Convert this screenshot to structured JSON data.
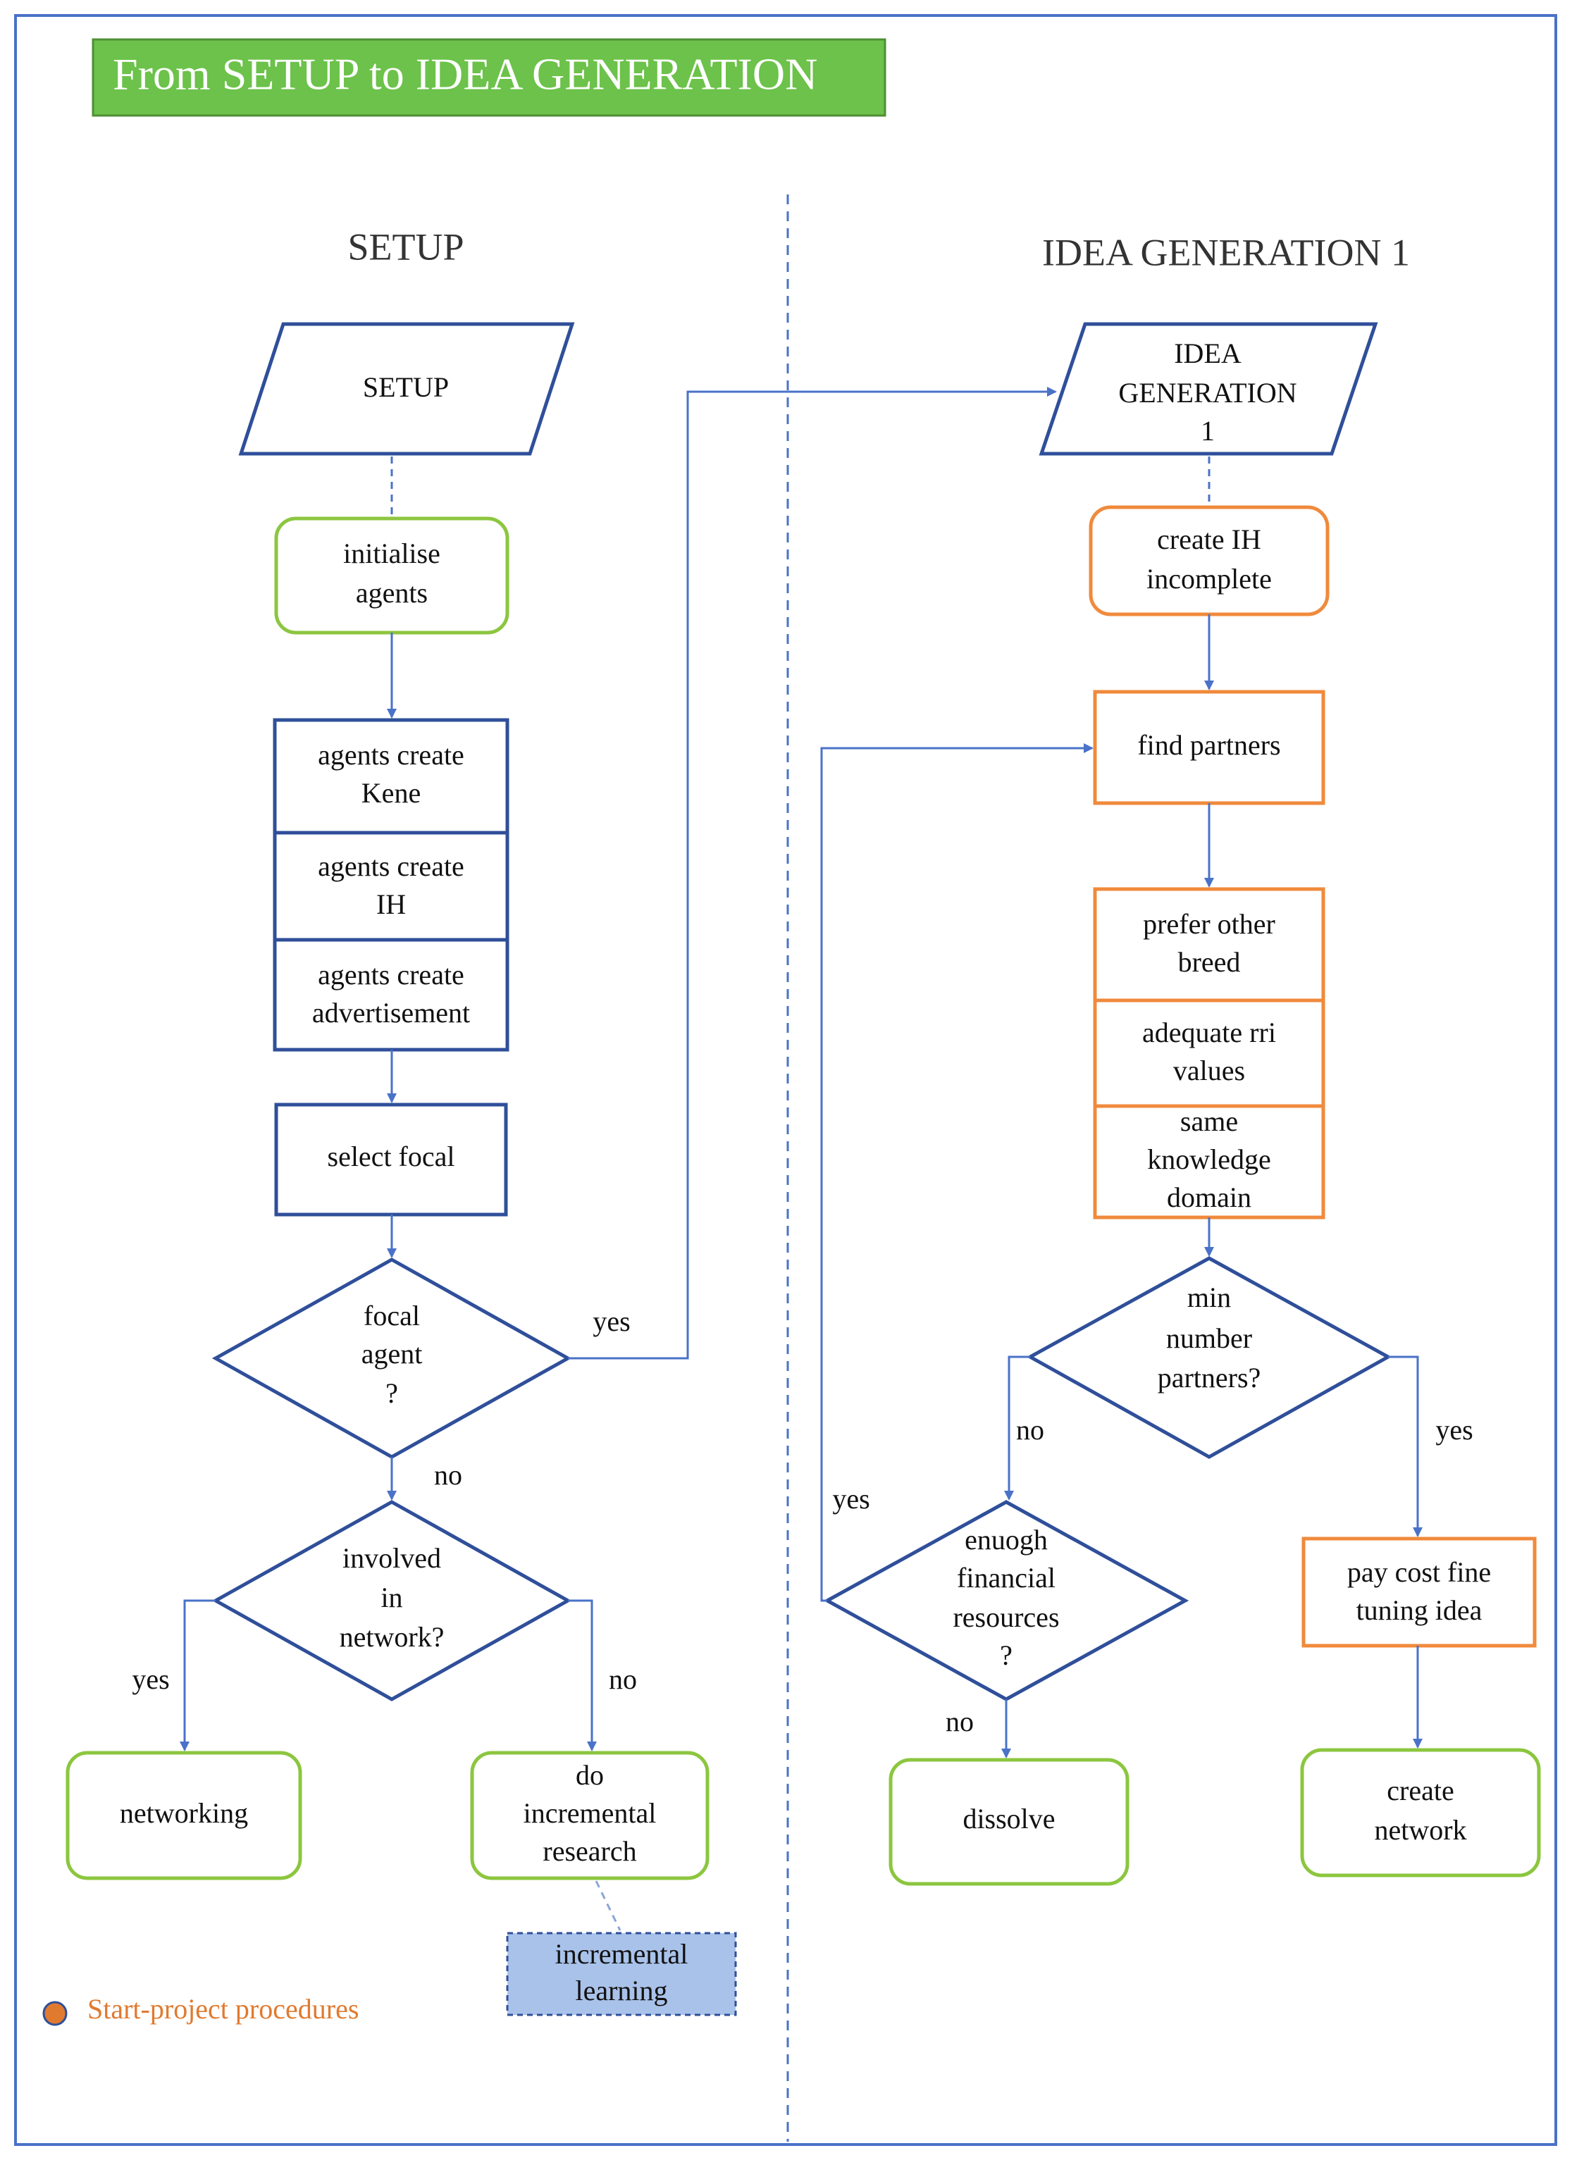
{
  "banner": {
    "title": "From SETUP to IDEA GENERATION",
    "color": "#6cc24a"
  },
  "colors": {
    "setup_blue": "#2f4f9a",
    "idea_orange": "#f08a3c",
    "terminal_green": "#8cc63f",
    "arrow_blue": "#4a72c8",
    "dashed_fill": "#a9c2ea",
    "legend_dot": "#e07a2f"
  },
  "sections": {
    "setup_title": "SETUP",
    "idea_title": "IDEA GENERATION  1"
  },
  "nodes": {
    "setup_io": [
      "SETUP"
    ],
    "initialise_agents": [
      "initialise",
      "agents"
    ],
    "agents_create_kene": [
      "agents create",
      "Kene"
    ],
    "agents_create_ih": [
      "agents create",
      "IH"
    ],
    "agents_create_adv": [
      "agents create",
      "advertisement"
    ],
    "select_focal": [
      "select  focal"
    ],
    "focal_agent": [
      "focal",
      "agent",
      "?"
    ],
    "involved_network": [
      "involved",
      "in",
      "network?"
    ],
    "networking": [
      "networking"
    ],
    "do_incremental": [
      "do",
      "incremental",
      "research"
    ],
    "incremental_learning": [
      "incremental",
      "learning"
    ],
    "idea_io": [
      "IDEA",
      "GENERATION",
      "1"
    ],
    "create_ih_incomplete": [
      "create IH",
      "incomplete"
    ],
    "find_partners": [
      "find partners"
    ],
    "prefer_other": [
      "prefer other",
      "breed"
    ],
    "adequate_rri": [
      "adequate rri",
      "values"
    ],
    "same_knowledge": [
      "same",
      "knowledge",
      "domain"
    ],
    "min_partners": [
      "min",
      "number",
      "partners?"
    ],
    "enough_financial": [
      "enuogh",
      "financial",
      "resources",
      "?"
    ],
    "pay_cost": [
      "pay cost fine",
      "tuning idea"
    ],
    "dissolve": [
      "dissolve"
    ],
    "create_network": [
      "create",
      "network"
    ]
  },
  "edge_labels": {
    "focal_yes": "yes",
    "focal_no": "no",
    "involved_yes": "yes",
    "involved_no": "no",
    "min_no": "no",
    "min_yes": "yes",
    "enough_yes": "yes",
    "enough_no": "no"
  },
  "legend": {
    "label": "Start-project procedures"
  }
}
